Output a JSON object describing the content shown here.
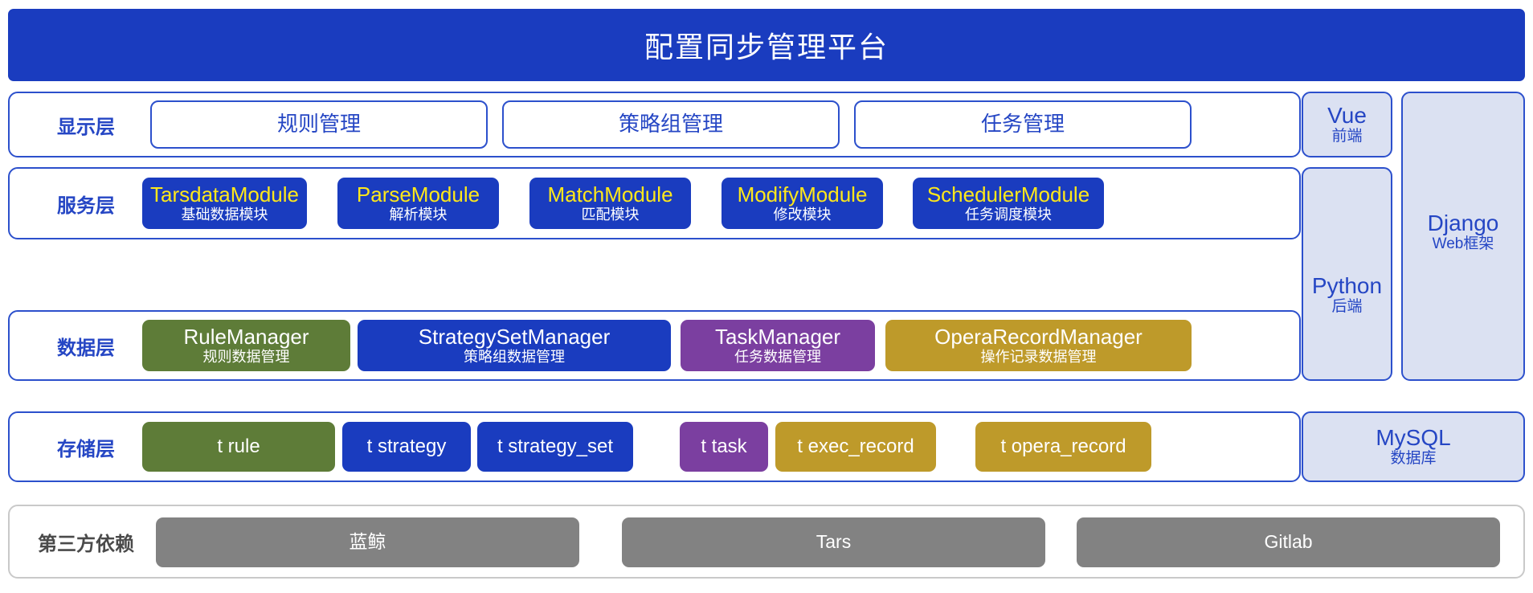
{
  "header": {
    "title": "配置同步管理平台",
    "bg_color": "#1A3CBF",
    "text_color": "#FFFFFF"
  },
  "palette": {
    "blue": "#1A3CBF",
    "green": "#5E7C38",
    "purple": "#7B3FA0",
    "gold": "#BE9A2A",
    "gray": "#828282",
    "tech_fill": "#DBE1F2",
    "outline_blue": "#2C50CC",
    "yellow_text": "#FFE81A"
  },
  "layers": [
    {
      "label": "显示层",
      "label_color": "#2546C4",
      "items": [
        {
          "title": "规则管理",
          "sub": "",
          "style": "outline"
        },
        {
          "title": "策略组管理",
          "sub": "",
          "style": "outline"
        },
        {
          "title": "任务管理",
          "sub": "",
          "style": "outline"
        }
      ]
    },
    {
      "label": "服务层",
      "label_color": "#2546C4",
      "items": [
        {
          "title": "TarsdataModule",
          "sub": "基础数据模块",
          "style": "module",
          "color": "#1A3CBF"
        },
        {
          "title": "ParseModule",
          "sub": "解析模块",
          "style": "module",
          "color": "#1A3CBF"
        },
        {
          "title": "MatchModule",
          "sub": "匹配模块",
          "style": "module",
          "color": "#1A3CBF"
        },
        {
          "title": "ModifyModule",
          "sub": "修改模块",
          "style": "module",
          "color": "#1A3CBF"
        },
        {
          "title": "SchedulerModule",
          "sub": "任务调度模块",
          "style": "module",
          "color": "#1A3CBF"
        }
      ]
    },
    {
      "label": "数据层",
      "label_color": "#2546C4",
      "items": [
        {
          "title": "RuleManager",
          "sub": "规则数据管理",
          "style": "manager",
          "color": "#5E7C38"
        },
        {
          "title": "StrategySetManager",
          "sub": "策略组数据管理",
          "style": "manager",
          "color": "#1A3CBF"
        },
        {
          "title": "TaskManager",
          "sub": "任务数据管理",
          "style": "manager",
          "color": "#7B3FA0"
        },
        {
          "title": "OperaRecordManager",
          "sub": "操作记录数据管理",
          "style": "manager",
          "color": "#BE9A2A"
        }
      ]
    },
    {
      "label": "存储层",
      "label_color": "#2546C4",
      "items": [
        {
          "title": "t rule",
          "sub": "",
          "style": "table",
          "color": "#5E7C38"
        },
        {
          "title": "t strategy",
          "sub": "",
          "style": "table",
          "color": "#1A3CBF"
        },
        {
          "title": "t strategy_set",
          "sub": "",
          "style": "table",
          "color": "#1A3CBF"
        },
        {
          "title": "t task",
          "sub": "",
          "style": "table",
          "color": "#7B3FA0"
        },
        {
          "title": "t exec_record",
          "sub": "",
          "style": "table",
          "color": "#BE9A2A"
        },
        {
          "title": "t opera_record",
          "sub": "",
          "style": "table",
          "color": "#BE9A2A"
        }
      ]
    },
    {
      "label": "第三方依赖",
      "label_color": "#4A4A4A",
      "items": [
        {
          "title": "蓝鲸",
          "sub": "",
          "style": "vendor",
          "color": "#828282"
        },
        {
          "title": "Tars",
          "sub": "",
          "style": "vendor",
          "color": "#828282"
        },
        {
          "title": "Gitlab",
          "sub": "",
          "style": "vendor",
          "color": "#828282"
        }
      ]
    }
  ],
  "tech_stack": [
    {
      "name": "Vue",
      "sub": "前端",
      "key": "vue"
    },
    {
      "name": "Python",
      "sub": "后端",
      "key": "python"
    },
    {
      "name": "Django",
      "sub": "Web框架",
      "key": "django"
    },
    {
      "name": "MySQL",
      "sub": "数据库",
      "key": "mysql"
    }
  ]
}
